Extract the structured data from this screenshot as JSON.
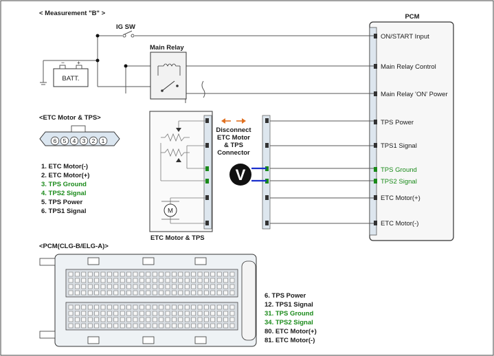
{
  "title": "< Measurement \"B\" >",
  "ig_sw_label": "IG SW",
  "main_relay_label": "Main Relay",
  "batt_label": "BATT.",
  "pcm": {
    "title": "PCM",
    "pins": [
      {
        "label": "ON/START Input",
        "color": "#1a1a1a"
      },
      {
        "label": "Main Relay Control",
        "color": "#1a1a1a"
      },
      {
        "label": "Main Relay 'ON' Power",
        "color": "#1a1a1a"
      },
      {
        "label": "TPS Power",
        "color": "#1a1a1a"
      },
      {
        "label": "TPS1 Signal",
        "color": "#1a1a1a"
      },
      {
        "label": "TPS Ground",
        "color": "#1a8a1a"
      },
      {
        "label": "TPS2 Signal",
        "color": "#1a8a1a"
      },
      {
        "label": "ETC Motor(+)",
        "color": "#1a1a1a"
      },
      {
        "label": "ETC Motor(-)",
        "color": "#1a1a1a"
      }
    ]
  },
  "etc_section": {
    "title": "<ETC Motor & TPS>",
    "pin_numbers": [
      "6",
      "5",
      "4",
      "3",
      "2",
      "1"
    ],
    "legend": [
      {
        "text": "1. ETC Motor(-)",
        "color": "#1a1a1a"
      },
      {
        "text": "2. ETC Motor(+)",
        "color": "#1a1a1a"
      },
      {
        "text": "3. TPS Ground",
        "color": "#1a8a1a"
      },
      {
        "text": "4. TPS2 Signal",
        "color": "#1a8a1a"
      },
      {
        "text": "5. TPS Power",
        "color": "#1a1a1a"
      },
      {
        "text": "6. TPS1 Signal",
        "color": "#1a1a1a"
      }
    ],
    "box_label": "ETC Motor & TPS",
    "motor_label": "M"
  },
  "disconnect_note": [
    "Disconnect",
    "ETC Motor",
    "& TPS",
    "Connector"
  ],
  "voltmeter_label": "V",
  "pcm_connector": {
    "title": "<PCM(CLG-B/ELG-A)>",
    "legend": [
      {
        "text": "6. TPS Power",
        "color": "#1a1a1a"
      },
      {
        "text": "12. TPS1 Signal",
        "color": "#1a1a1a"
      },
      {
        "text": "31. TPS Ground",
        "color": "#1a8a1a"
      },
      {
        "text": "34. TPS2 Signal",
        "color": "#1a8a1a"
      },
      {
        "text": "80. ETC Motor(+)",
        "color": "#1a1a1a"
      },
      {
        "text": "81. ETC Motor(-)",
        "color": "#1a1a1a"
      }
    ]
  },
  "colors": {
    "wire": "#555555",
    "probe_wire": "#1a2fcc",
    "arrow": "#e07020",
    "green_text": "#1a8a1a",
    "connector_fill": "#e9eef2"
  }
}
